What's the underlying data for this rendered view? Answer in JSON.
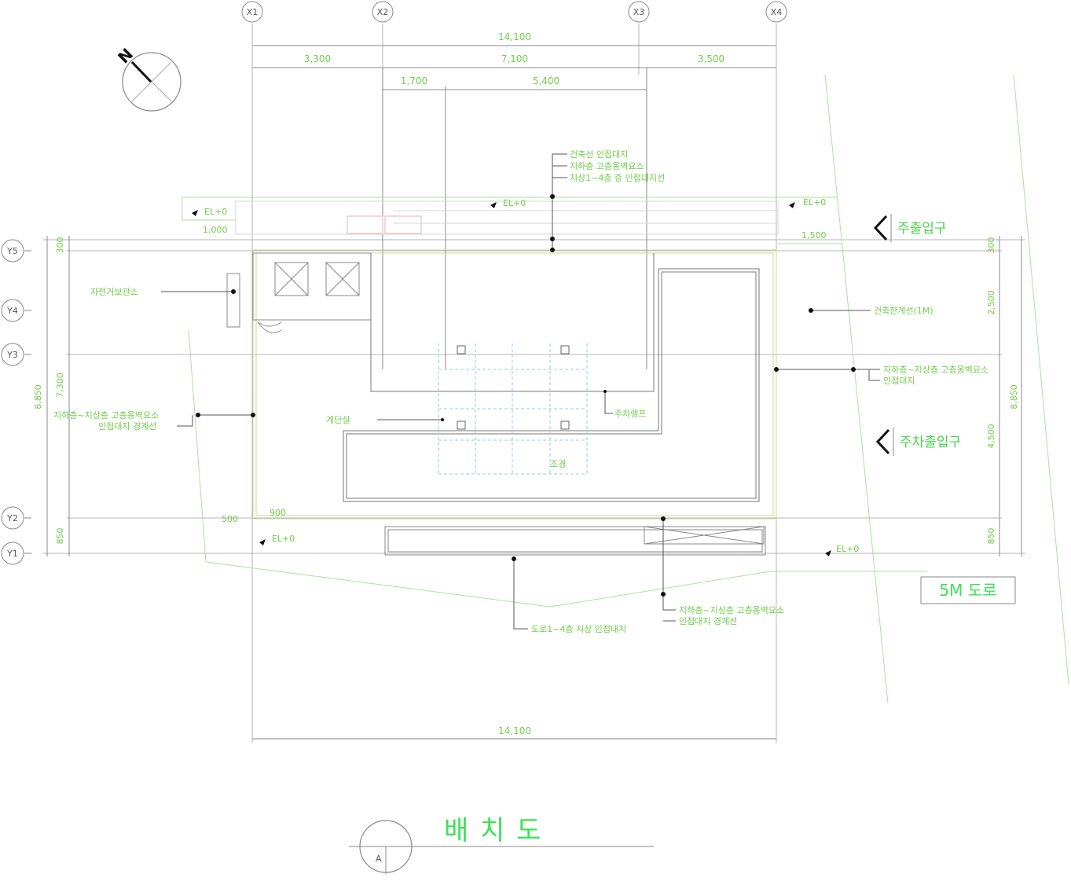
{
  "grid": {
    "x": [
      "X1",
      "X2",
      "X3",
      "X4"
    ],
    "y": [
      "Y5",
      "Y4",
      "Y3",
      "Y2",
      "Y1"
    ]
  },
  "dimensions": {
    "top_total": "14,100",
    "top_seg1": "3,300",
    "top_seg2": "7,100",
    "top_seg3": "3,500",
    "inner1": "1,700",
    "inner2": "5,400",
    "bottom_total": "14,100",
    "left_total": "8,850",
    "left_mid": "7,300",
    "left_top": "300",
    "left_bot": "850",
    "right_total": "8,850",
    "right_a": "2,500",
    "right_b": "4,500",
    "right_top": "300",
    "right_bot": "850",
    "tl_a": "1,000",
    "tl_b": "EL+0",
    "right_small": "1,500",
    "right_el": "EL+0",
    "small_500": "500",
    "small_900": "900",
    "left_br_elev": "EL+0",
    "road_elev": "EL+0",
    "top_elev": "EL+0"
  },
  "notes": {
    "top1": "건축선 인접대지",
    "top2": "지하층 고층옹벽요소",
    "top3": "지상1~4층 증 인접대지선",
    "left1": "자전거보관소",
    "left2": "지하층~지상층 고층옹벽요소",
    "left3": "인접대지 경계선",
    "center_stair": "계단실",
    "center_void": "주차램프",
    "center_lab": "조경",
    "right1": "건축한계선(1M)",
    "right2": "지하층~지상층 고층옹벽요소",
    "right3": "인접대지",
    "bottom1": "도로1~4층 지상 인접대지",
    "bottom2": "지하층~지상층 고층옹벽요소",
    "bottom3": "인접대지 경계선"
  },
  "labels": {
    "main_entrance": "주출입구",
    "parking_entrance": "주차출입구",
    "road": "5M 도로",
    "north": "N",
    "title": "배     치     도",
    "title_key": "A"
  },
  "colors": {
    "line_gray": "#9a9a9a",
    "line_green": "#8fd97a",
    "text_green": "#4cd44c",
    "grid_blue": "#9ed3e6",
    "black": "#111111"
  }
}
